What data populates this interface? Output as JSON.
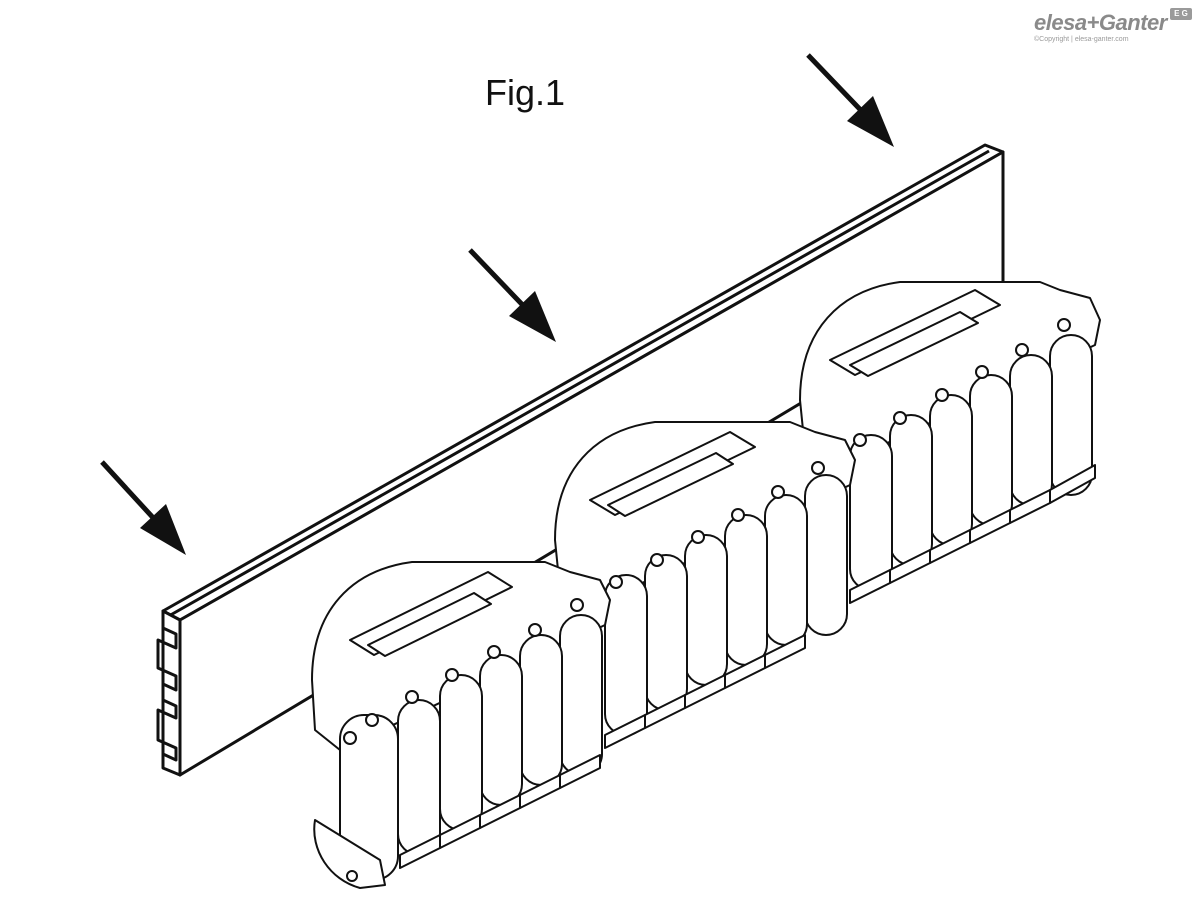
{
  "figure": {
    "title": "Fig.1"
  },
  "brand": {
    "name": "elesa+Ganter",
    "copyright": "©Copyright | elesa-ganter.com",
    "mark": "E G",
    "color": "#8a8a8a"
  },
  "drawing": {
    "line_color": "#111111",
    "fill_color": "#ffffff",
    "arrow_count": 3,
    "chain_module_count": 3
  }
}
